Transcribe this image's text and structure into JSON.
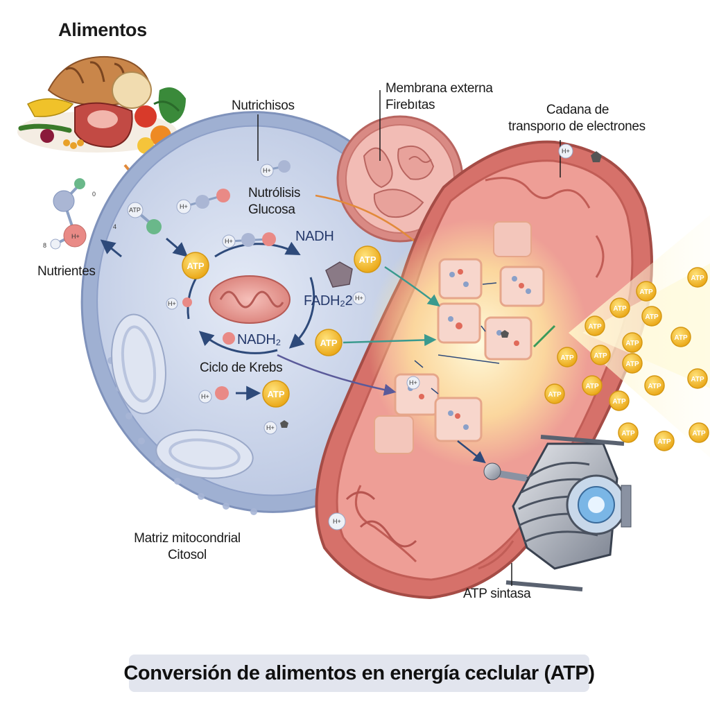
{
  "labels": {
    "alimentos": "Alimentos",
    "nutrichisos": "Nutrichisos",
    "membrana_line1": "Membrana externa",
    "membrana_line2": "Firebıtas",
    "cadena_line1": "Cadana de",
    "cadena_line2": "transporıo de electrones",
    "nutrolisis_line1": "Nutrólisis",
    "nutrolisis_line2": "Glucosa",
    "nutrientes": "Nutrientes",
    "nadh": "NADH",
    "fadh2": "FADH₂2",
    "nadh2": "NADH₂",
    "ciclo_krebs": "Ciclo de Krebs",
    "matriz_line1": "Matriz mitocondrial",
    "matriz_line2": "Citosol",
    "atp_sintasa": "ATP sintasa"
  },
  "molecule_labels": {
    "h_plus": "H+",
    "atp_small": "ATP",
    "num_0": "0",
    "num_4": "4",
    "num_8": "8"
  },
  "atp_token": "ATP",
  "title": "Conversión de alimentos en energía ceclular (ATP)",
  "colors": {
    "cell_fill": "#c9d4ea",
    "mito_pink": "#e89a94",
    "atp_gold": "#f2b51c",
    "arrow_navy": "#2e4a7a",
    "title_bg": "#e2e5ee"
  }
}
